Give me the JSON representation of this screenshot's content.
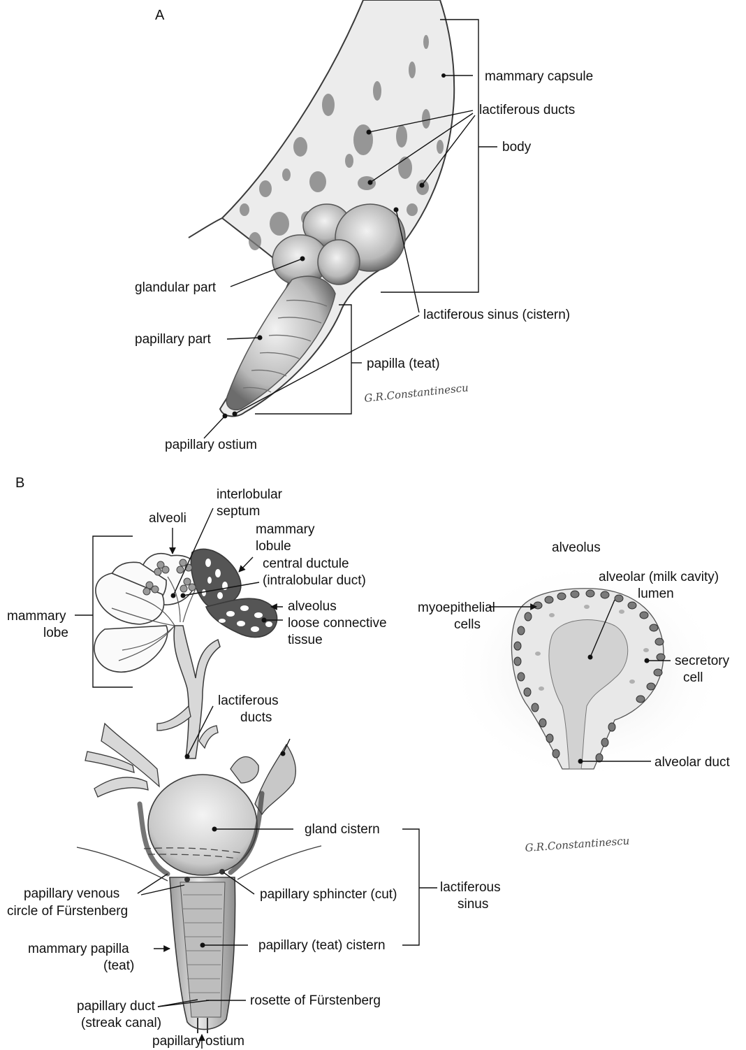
{
  "colors": {
    "ink": "#111111",
    "stroke": "#3a3a3a",
    "tissue": "#e4e4e4",
    "shade": "#9a9a9a",
    "dark": "#555555",
    "background": "#ffffff"
  },
  "panelA": {
    "title": "A",
    "labels": {
      "mammary_capsule": "mammary capsule",
      "lactiferous_ducts": "lactiferous ducts",
      "body": "body",
      "glandular_part": "glandular part",
      "lactiferous_sinus": "lactiferous sinus (cistern)",
      "papillary_part": "papillary part",
      "papilla": "papilla (teat)",
      "papillary_ostium": "papillary ostium"
    },
    "signature": "G.R.Constantinescu"
  },
  "panelB": {
    "title": "B",
    "labels": {
      "alveoli": "alveoli",
      "interlobular_septum": [
        "interlobular",
        "septum"
      ],
      "mammary_lobule": [
        "mammary",
        "lobule"
      ],
      "central_ductule": [
        "central ductule",
        "(intralobular duct)"
      ],
      "alveolus": "alveolus",
      "loose_connective_tissue": [
        "loose connective",
        "tissue"
      ],
      "mammary_lobe": [
        "mammary",
        "lobe"
      ],
      "lactiferous_ducts": [
        "lactiferous",
        "ducts"
      ],
      "gland_cistern": "gland cistern",
      "lactiferous_sinus": [
        "lactiferous",
        "sinus"
      ],
      "papillary_venous_circle": [
        "papillary venous",
        "circle of Fürstenberg"
      ],
      "papillary_sphincter": "papillary sphincter (cut)",
      "mammary_papilla": [
        "mammary papilla",
        "(teat)"
      ],
      "papillary_teat_cistern": "papillary (teat) cistern",
      "papillary_duct": [
        "papillary duct",
        "(streak canal)"
      ],
      "rosette": "rosette of Fürstenberg",
      "papillary_ostium": "papillary ostium"
    },
    "alveolus_detail": {
      "title": "alveolus",
      "lumen": [
        "alveolar (milk cavity)",
        "lumen"
      ],
      "myoepithelial": [
        "myoepithelial",
        "cells"
      ],
      "secretory": [
        "secretory",
        "cell"
      ],
      "alveolar_duct": "alveolar duct"
    },
    "signature": "G.R.Constantinescu"
  }
}
